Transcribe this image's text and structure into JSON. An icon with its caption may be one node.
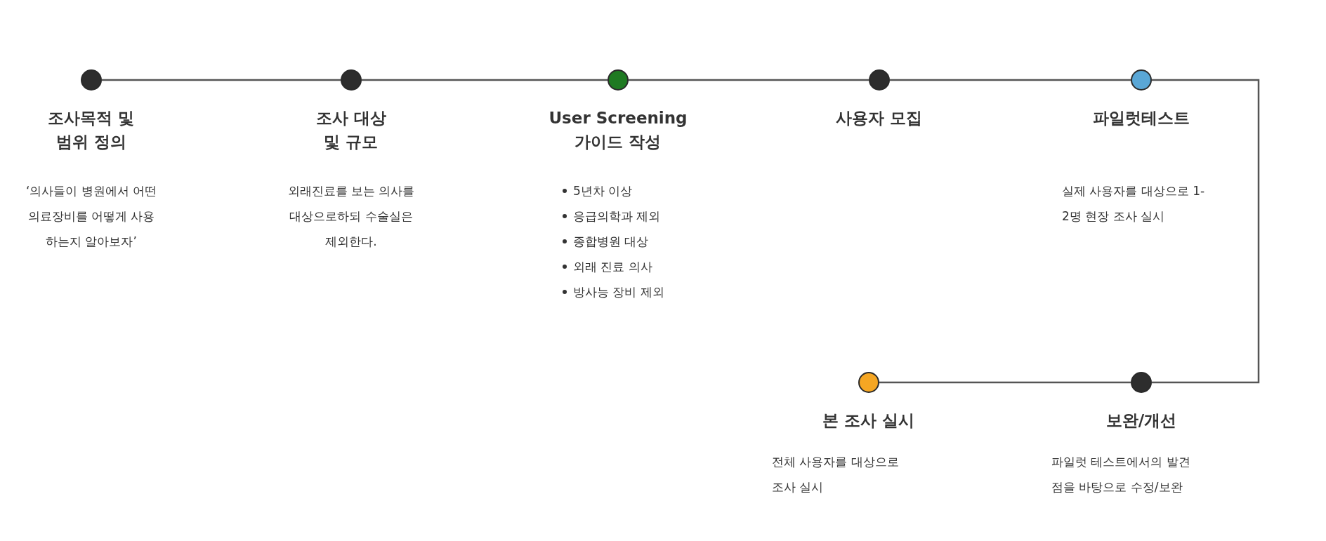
{
  "diagram": {
    "nodes": [
      {
        "text": [
          "조사목적 및 범위 정의",
          "‘의사들이 병원에서 어떤 의료장비를 어떻게 사용 하는지 알아보자’"
        ]
      },
      {
        "text": [
          "조사 대상 및 규모",
          "외래진료를 보는 의사를 대상으로하되 수술실은 제외한다."
        ]
      },
      {
        "text": [
          "User Screening 가이드 작성",
          "5년차 이상",
          "응급의학과 제외",
          "종합병원 대상",
          "외래 진료 의사",
          "방사능 장비 제외"
        ]
      },
      {
        "text": [
          "사용자 모집"
        ]
      },
      {
        "text": [
          "파일럿테스트",
          "실제 사용자를 대상으로 1-2명 현장 조사 실시"
        ]
      },
      {
        "text": [
          "본 조사 실시",
          "전체 사용자를 대상으로 조사 실시"
        ]
      },
      {
        "text": [
          "보완/개선",
          "파일럿 테스트에서의 발견 점을 바탕으로 수정/보완"
        ]
      }
    ],
    "edges": [
      {
        "from": 0,
        "to": 1,
        "arrow": "none"
      },
      {
        "from": 1,
        "to": 2,
        "arrow": "none"
      },
      {
        "from": 2,
        "to": 3,
        "arrow": "none"
      },
      {
        "from": 3,
        "to": 4,
        "arrow": "none"
      },
      {
        "from": 4,
        "to": 6,
        "arrow": "none"
      },
      {
        "from": 6,
        "to": 5,
        "arrow": "none"
      }
    ]
  }
}
